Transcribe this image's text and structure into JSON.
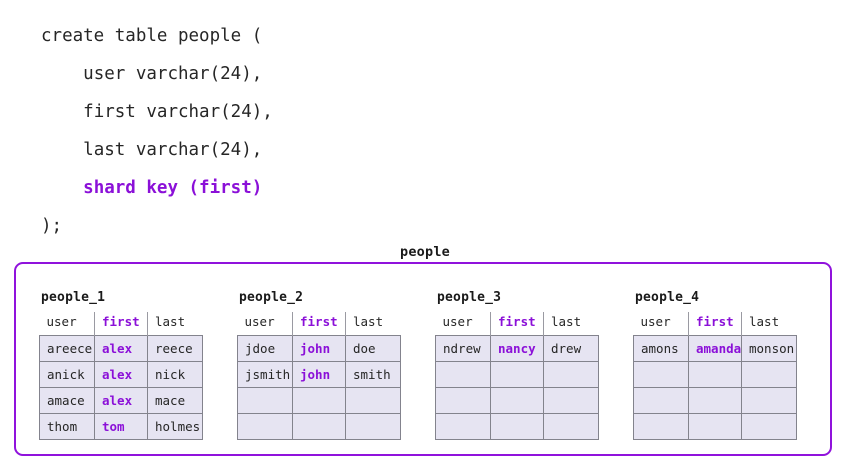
{
  "colors": {
    "accent_purple": "#8B10D8",
    "container_border": "#9012DC",
    "cell_fill": "#E6E4F2",
    "cell_border": "#83838d",
    "text": "#262626",
    "background": "#ffffff"
  },
  "code": {
    "lines": [
      {
        "text": "create table people (",
        "indent": 0,
        "keyword": false
      },
      {
        "text": "user varchar(24),",
        "indent": 1,
        "keyword": false
      },
      {
        "text": "first varchar(24),",
        "indent": 1,
        "keyword": false
      },
      {
        "text": "last varchar(24),",
        "indent": 1,
        "keyword": false
      },
      {
        "text": "shard key (first)",
        "indent": 1,
        "keyword": true
      },
      {
        "text": ");",
        "indent": 0,
        "keyword": false
      }
    ]
  },
  "diagram": {
    "title": "people",
    "columns": [
      "user",
      "first",
      "last"
    ],
    "shard_key_column": "first",
    "rows_per_shard": 4,
    "shards": [
      {
        "name": "people_1",
        "rows": [
          {
            "user": "areece",
            "first": "alex",
            "last": "reece"
          },
          {
            "user": "anick",
            "first": "alex",
            "last": "nick"
          },
          {
            "user": "amace",
            "first": "alex",
            "last": "mace"
          },
          {
            "user": "thom",
            "first": "tom",
            "last": "holmes"
          }
        ]
      },
      {
        "name": "people_2",
        "rows": [
          {
            "user": "jdoe",
            "first": "john",
            "last": "doe"
          },
          {
            "user": "jsmith",
            "first": "john",
            "last": "smith"
          },
          {
            "user": "",
            "first": "",
            "last": ""
          },
          {
            "user": "",
            "first": "",
            "last": ""
          }
        ]
      },
      {
        "name": "people_3",
        "rows": [
          {
            "user": "ndrew",
            "first": "nancy",
            "last": "drew"
          },
          {
            "user": "",
            "first": "",
            "last": ""
          },
          {
            "user": "",
            "first": "",
            "last": ""
          },
          {
            "user": "",
            "first": "",
            "last": ""
          }
        ]
      },
      {
        "name": "people_4",
        "rows": [
          {
            "user": "amons",
            "first": "amanda",
            "last": "monson"
          },
          {
            "user": "",
            "first": "",
            "last": ""
          },
          {
            "user": "",
            "first": "",
            "last": ""
          },
          {
            "user": "",
            "first": "",
            "last": ""
          }
        ]
      }
    ]
  }
}
